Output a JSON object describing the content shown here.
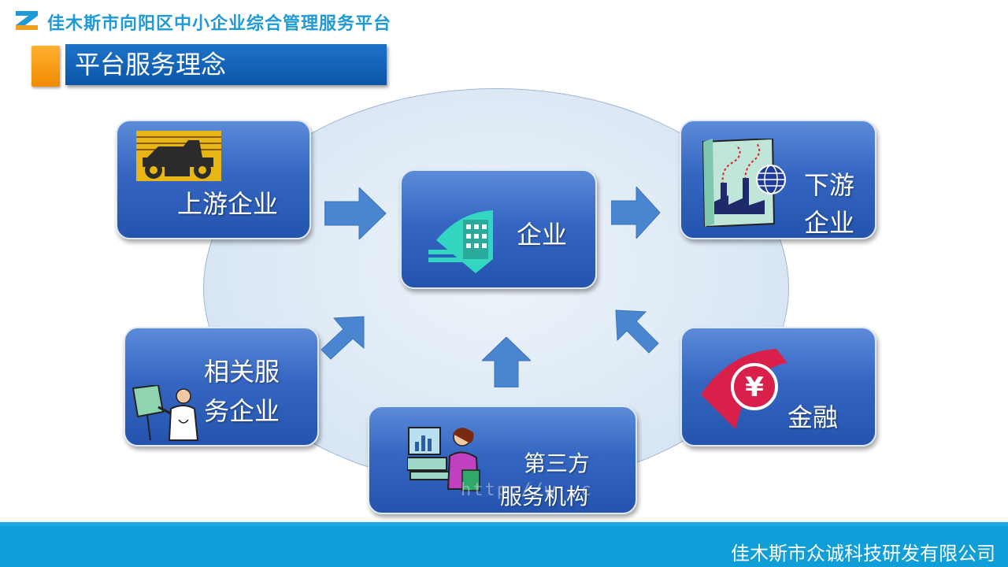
{
  "header": {
    "title": "佳木斯市向阳区中小企业综合管理服务平台",
    "logo_icon": "platform-logo-icon"
  },
  "section": {
    "title": "平台服务理念"
  },
  "nodes": {
    "upstream": {
      "label": "上游企业",
      "icon": "bulldozer-icon"
    },
    "enterprise": {
      "label": "企业",
      "icon": "building-icon"
    },
    "downstream": {
      "line1": "下游",
      "line2": "企业",
      "icon": "factory-globe-icon"
    },
    "related": {
      "line1": "相关服",
      "line2": "务企业",
      "icon": "presenter-icon"
    },
    "third_party": {
      "line1": "第三方",
      "line2": "服务机构",
      "icon": "computer-user-icon"
    },
    "finance": {
      "label": "金融",
      "icon": "yen-icon"
    }
  },
  "watermark": "http://w  .c",
  "footer": {
    "company": "佳木斯市众诚科技研发有限公司"
  },
  "colors": {
    "accent": "#1f9ad6",
    "node_blue": "#3566c2",
    "orange": "#f08a00",
    "footer": "#0f9ed8"
  }
}
